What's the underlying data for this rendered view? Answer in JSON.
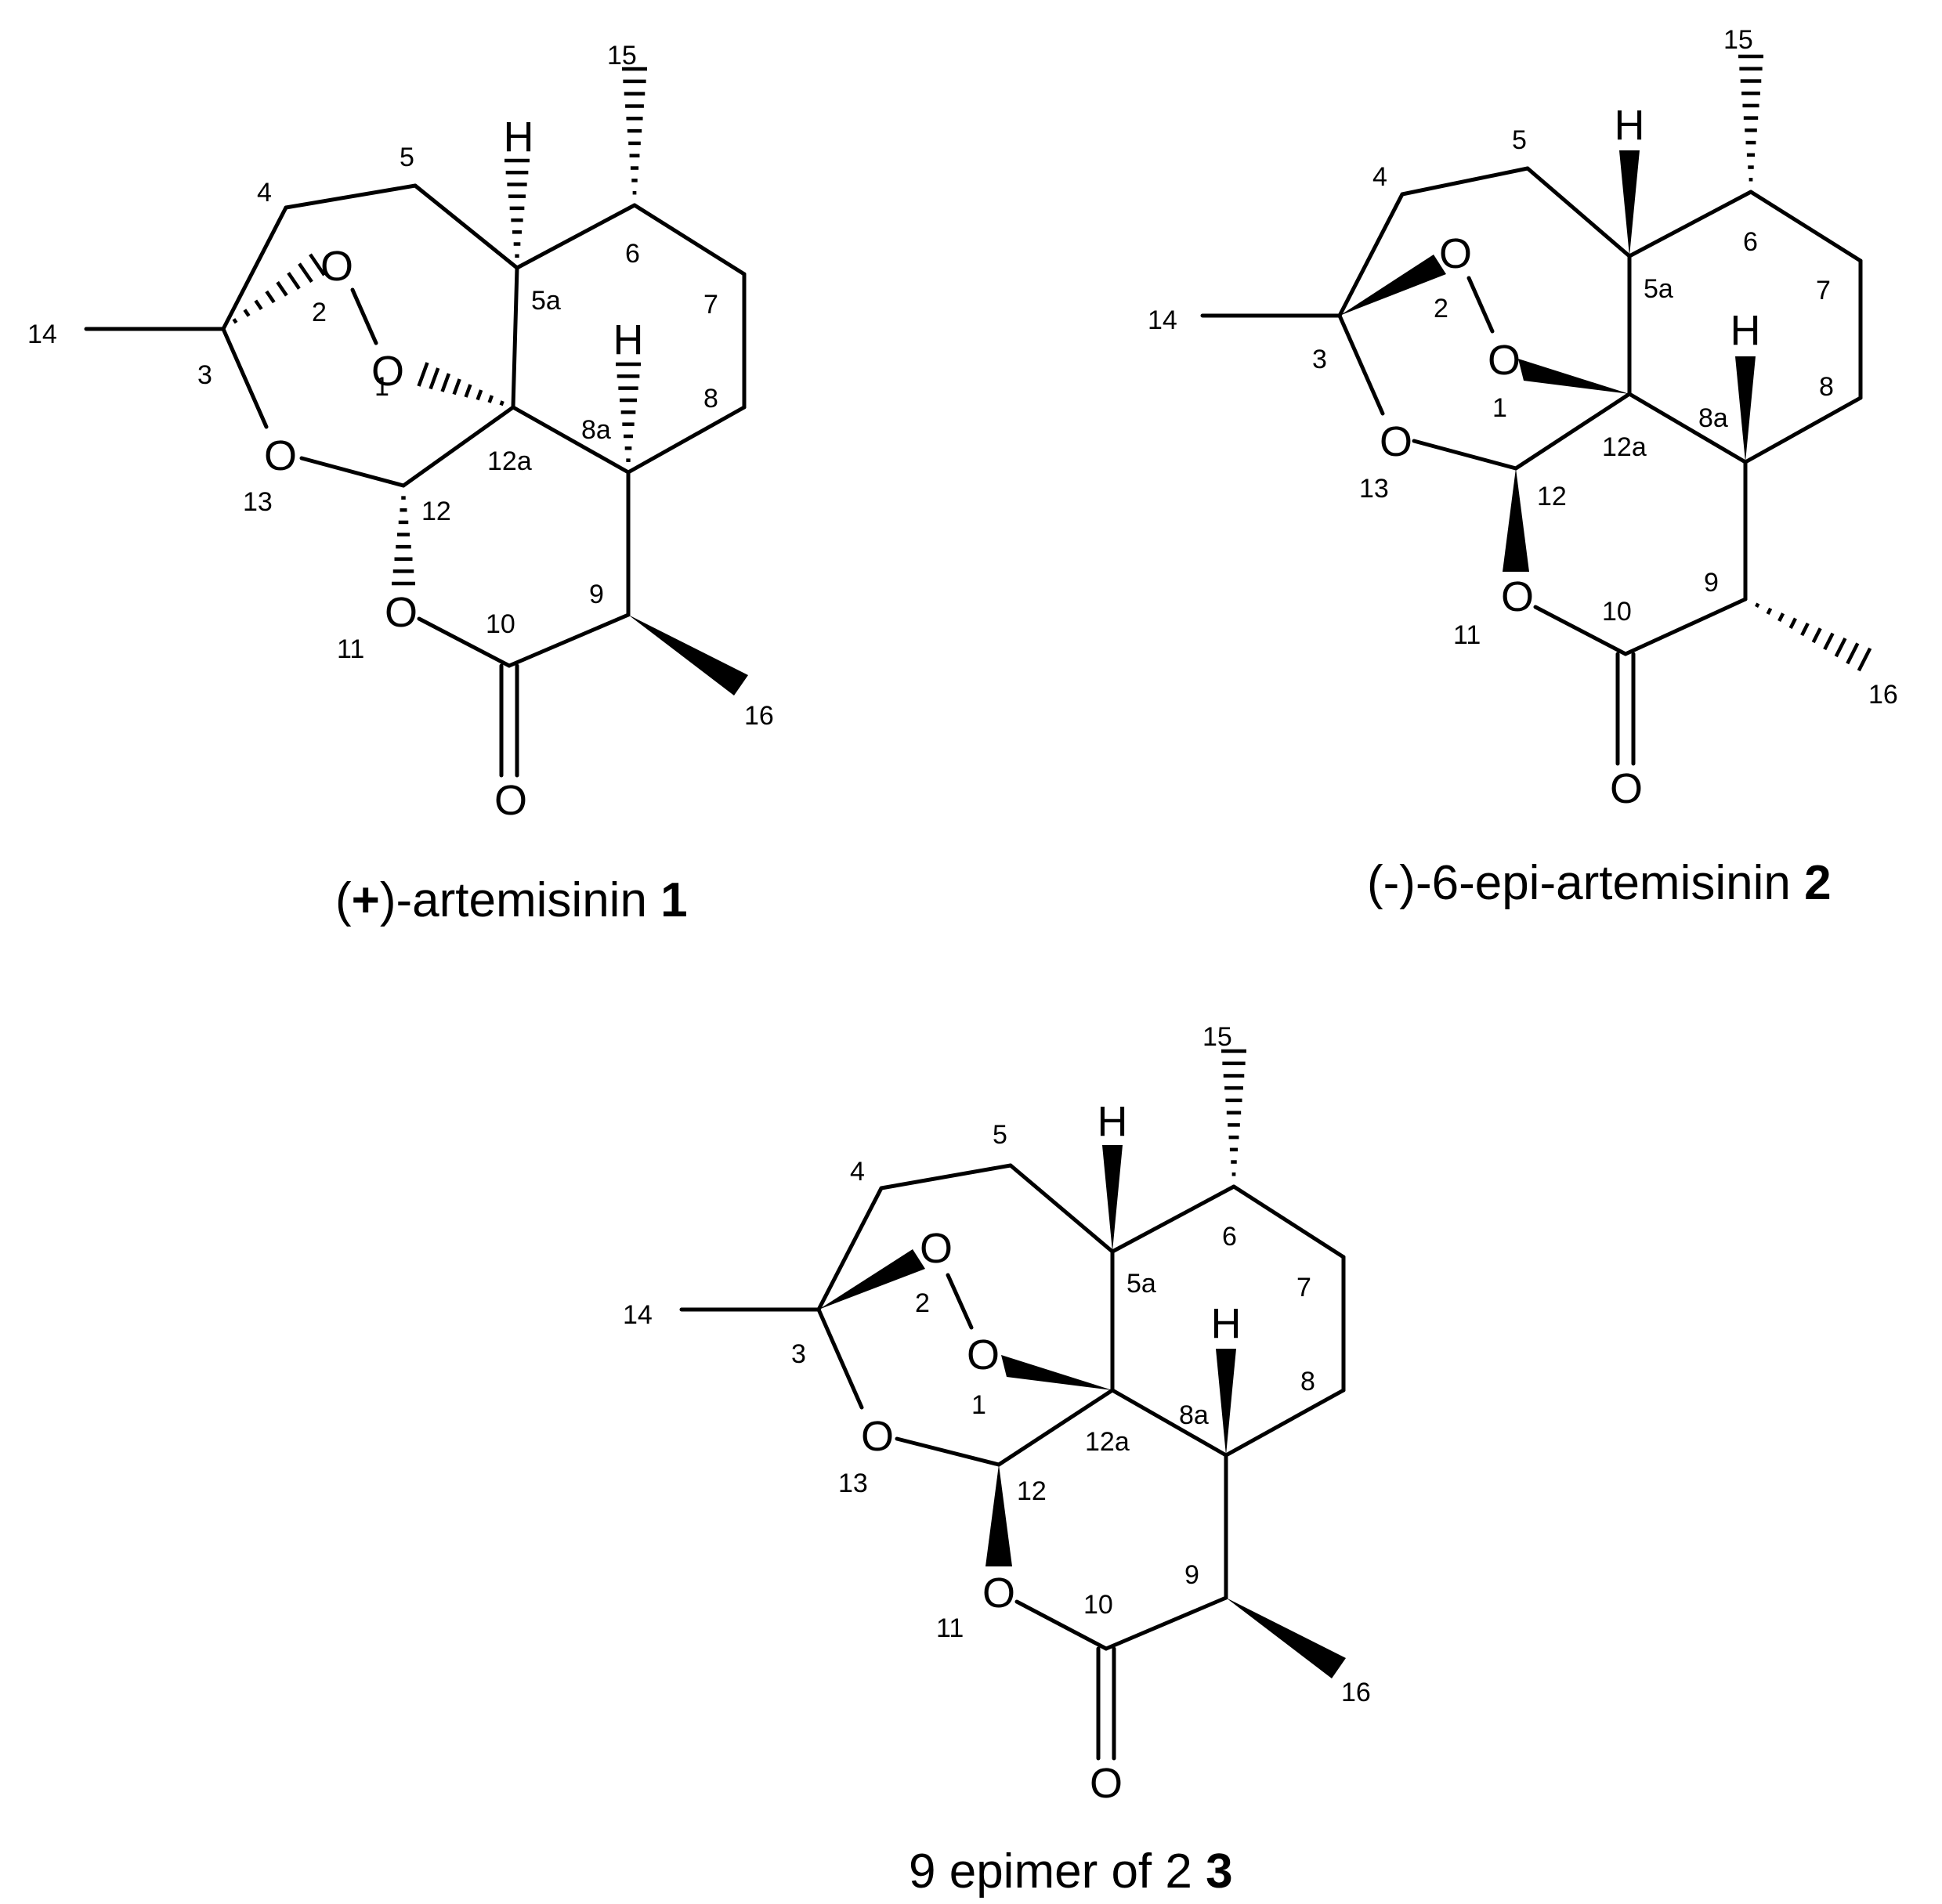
{
  "molecules": [
    {
      "caption_prefix": "(",
      "caption_sign": "+",
      "caption_name": ")-artemisinin  ",
      "caption_number": "1",
      "atoms": {
        "O1": "O",
        "O2": "O",
        "O13": "O",
        "O11": "O",
        "Ocarbonyl": "O",
        "H5a": "H",
        "H8a": "H"
      },
      "locants": [
        "1",
        "2",
        "3",
        "4",
        "5",
        "5a",
        "6",
        "7",
        "8",
        "8a",
        "9",
        "10",
        "11",
        "12",
        "12a",
        "13",
        "14",
        "15",
        "16"
      ]
    },
    {
      "caption_prefix": "(-)-6-epi-artemisinin ",
      "caption_number": "2",
      "atoms": {
        "O1": "O",
        "O2": "O",
        "O13": "O",
        "O11": "O",
        "Ocarbonyl": "O",
        "H5a": "H",
        "H8a": "H"
      },
      "locants": [
        "1",
        "2",
        "3",
        "4",
        "5",
        "5a",
        "6",
        "7",
        "8",
        "8a",
        "9",
        "10",
        "11",
        "12",
        "12a",
        "13",
        "14",
        "15",
        "16"
      ]
    },
    {
      "caption_prefix": "9 epimer of 2  ",
      "caption_number": "3",
      "atoms": {
        "O1": "O",
        "O2": "O",
        "O13": "O",
        "O11": "O",
        "Ocarbonyl": "O",
        "H5a": "H",
        "H8a": "H"
      },
      "locants": [
        "1",
        "2",
        "3",
        "4",
        "5",
        "5a",
        "6",
        "7",
        "8",
        "8a",
        "9",
        "10",
        "11",
        "12",
        "12a",
        "13",
        "14",
        "15",
        "16"
      ]
    }
  ]
}
